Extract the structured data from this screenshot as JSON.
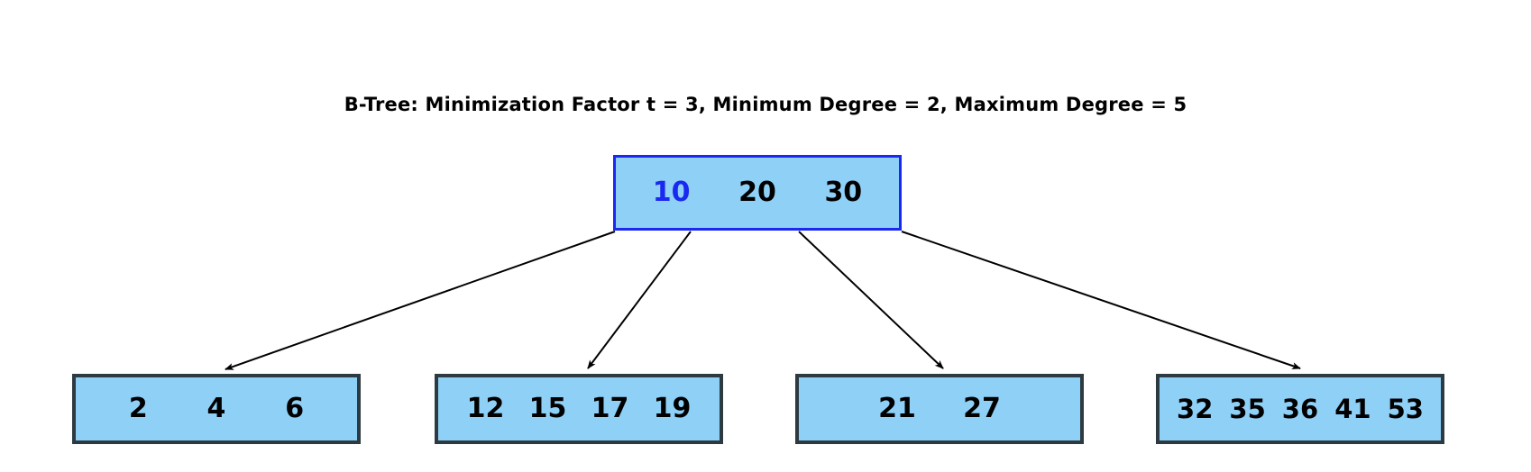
{
  "title": "B-Tree: Minimization Factor t = 3, Minimum Degree = 2, Maximum Degree = 5",
  "colors": {
    "node_fill": "#8fd0f7",
    "root_border": "#1b28f0",
    "leaf_border": "#2d3a41",
    "highlight_key": "#1b28f0",
    "key_text": "#000000",
    "edge": "#000000",
    "background": "#ffffff"
  },
  "tree": {
    "root": {
      "id": "root-node",
      "keys": [
        "10",
        "20",
        "30"
      ],
      "highlighted_key_index": 0
    },
    "leaves": [
      {
        "id": "leaf-node-1",
        "keys": [
          "2",
          "4",
          "6"
        ]
      },
      {
        "id": "leaf-node-2",
        "keys": [
          "12",
          "15",
          "17",
          "19"
        ]
      },
      {
        "id": "leaf-node-3",
        "keys": [
          "21",
          "27"
        ]
      },
      {
        "id": "leaf-node-4",
        "keys": [
          "32",
          "35",
          "36",
          "41",
          "53"
        ]
      }
    ],
    "edges": [
      {
        "from": "root-node",
        "to": "leaf-node-1"
      },
      {
        "from": "root-node",
        "to": "leaf-node-2"
      },
      {
        "from": "root-node",
        "to": "leaf-node-3"
      },
      {
        "from": "root-node",
        "to": "leaf-node-4"
      }
    ]
  },
  "chart_data": {
    "type": "diagram",
    "title": "B-Tree: Minimization Factor t = 3, Minimum Degree = 2, Maximum Degree = 5",
    "nodes": [
      {
        "level": 0,
        "keys": [
          10,
          20,
          30
        ]
      },
      {
        "level": 1,
        "keys": [
          2,
          4,
          6
        ]
      },
      {
        "level": 1,
        "keys": [
          12,
          15,
          17,
          19
        ]
      },
      {
        "level": 1,
        "keys": [
          21,
          27
        ]
      },
      {
        "level": 1,
        "keys": [
          32,
          35,
          36,
          41,
          53
        ]
      }
    ]
  }
}
